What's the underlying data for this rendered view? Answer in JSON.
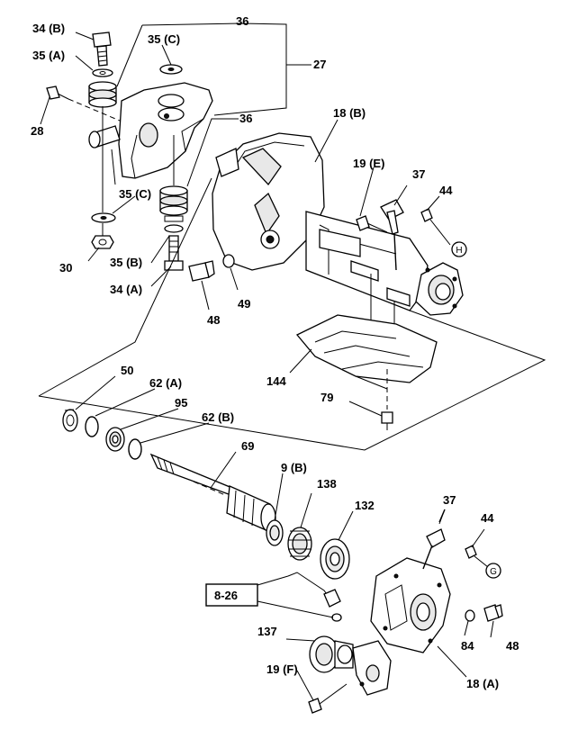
{
  "labels": {
    "l34b": "34 (B)",
    "l36a": "36",
    "l35a": "35 (A)",
    "l35c1": "35 (C)",
    "l27": "27",
    "l28": "28",
    "l36b": "36",
    "l18b": "18 (B)",
    "l35c2": "35 (C)",
    "l19e": "19 (E)",
    "l37a": "37",
    "l44a": "44",
    "l30": "30",
    "l35b": "35 (B)",
    "l34a": "34 (A)",
    "l49": "49",
    "l48a": "48",
    "l144": "144",
    "l50": "50",
    "l62a": "62 (A)",
    "l95": "95",
    "l79": "79",
    "l62b": "62 (B)",
    "l69": "69",
    "l9b": "9 (B)",
    "l138": "138",
    "l132": "132",
    "l37b": "37",
    "l44b": "44",
    "l826": "8-26",
    "l137": "137",
    "l84": "84",
    "l48b": "48",
    "l19f": "19 (F)",
    "l18a": "18 (A)"
  },
  "refs": {
    "h": "H",
    "g": "G"
  }
}
